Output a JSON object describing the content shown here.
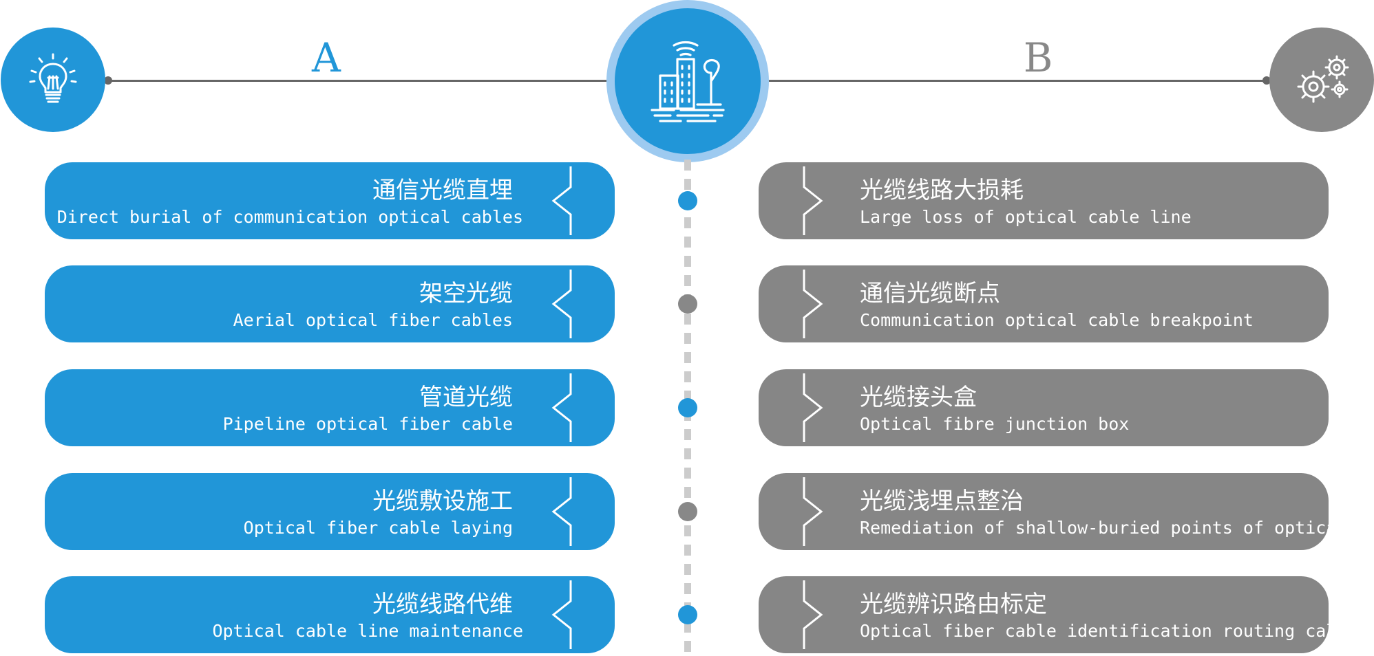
{
  "colors": {
    "blue": "#2196d8",
    "gray": "#868686",
    "blue_ring": "#9dcaf0",
    "line": "#666666",
    "dash": "#cccccc"
  },
  "header": {
    "a_label": "A",
    "b_label": "B",
    "left_icon": "lightbulb-icon",
    "center_icon": "city-buildings-wifi-icon",
    "right_icon": "gears-icon"
  },
  "left_items": [
    {
      "title": "通信光缆直埋",
      "subtitle": "Direct burial of communication optical cables"
    },
    {
      "title": "架空光缆",
      "subtitle": "Aerial optical fiber cables"
    },
    {
      "title": "管道光缆",
      "subtitle": "Pipeline optical fiber cable"
    },
    {
      "title": "光缆敷设施工",
      "subtitle": "Optical fiber cable laying"
    },
    {
      "title": "光缆线路代维",
      "subtitle": "Optical cable line maintenance"
    }
  ],
  "right_items": [
    {
      "title": "光缆线路大损耗",
      "subtitle": "Large loss of optical cable line"
    },
    {
      "title": "通信光缆断点",
      "subtitle": "Communication optical cable  breakpoint"
    },
    {
      "title": "光缆接头盒",
      "subtitle": "Optical fibre junction box"
    },
    {
      "title": "光缆浅埋点整治",
      "subtitle": "Remediation of shallow-buried points of optical fiber cables"
    },
    {
      "title": "光缆辨识路由标定",
      "subtitle": "Optical fiber cable identification routing calibration"
    }
  ]
}
